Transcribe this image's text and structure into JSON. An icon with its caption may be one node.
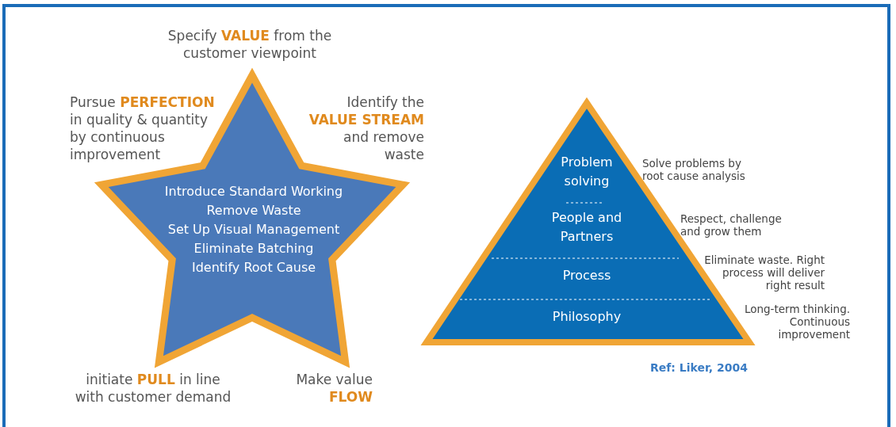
{
  "diagram": {
    "nodes": [
      {
        "text": [
          "Introduce Standard Working",
          "Remove Waste",
          "Set Up Visual Management",
          "Eliminate Batching",
          "Identify Root Cause"
        ]
      },
      {
        "text": [],
        "shape": "triangle"
      },
      {
        "text": [
          "Problem solving"
        ],
        "in": 1
      },
      {
        "text": [
          "People and Partners"
        ],
        "in": 1
      },
      {
        "text": [
          "Process"
        ],
        "in": 1
      },
      {
        "text": [
          "Philosophy"
        ],
        "in": 1
      }
    ],
    "edges": [],
    "labels": [
      "Specify **VALUE** from the customer viewpoint",
      "Pursue **PERFECTION** in quality & quantity by continuous improvement",
      "Identify the **VALUE STREAM** and remove waste",
      "initiate **PULL** in line with customer demand",
      "Make value **FLOW**",
      "Solve problems by root cause analysis",
      "Respect, challenge and grow them",
      "Eliminate waste. Right process will deliver right result",
      "Long-term thinking. Continuous improvement",
      "Ref: Liker, 2004"
    ]
  }
}
